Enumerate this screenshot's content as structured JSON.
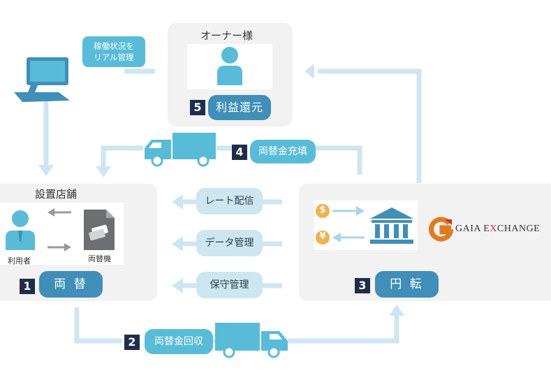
{
  "owner": {
    "title": "オーナー様",
    "step_num": "5",
    "step_label": "利益還元"
  },
  "monitor": {
    "line1": "稼働状況を",
    "line2": "リアル管理"
  },
  "store": {
    "title": "設置店舗",
    "user_label": "利用者",
    "machine_label": "両替機",
    "step_num": "1",
    "step_label": "両 替"
  },
  "exchange": {
    "brand_prefix": "GAIA E",
    "brand_x": "X",
    "brand_suffix": "CHANGE",
    "dollar_symbol": "$",
    "yen_symbol": "¥",
    "step_num": "3",
    "step_label": "円 転"
  },
  "middle": {
    "item1": "レート配信",
    "item2": "データ管理",
    "item3": "保守管理"
  },
  "refill": {
    "step_num": "4",
    "step_label": "両替金充填"
  },
  "collect": {
    "step_num": "2",
    "step_label": "両替金回収"
  },
  "colors": {
    "arrow": "#cfe6f0",
    "pill_dark": "#3f8fb8",
    "pill_light": "#58bcd9",
    "badge": "#1f2d4a",
    "truck": "#58bcd9",
    "brand_orange": "#e07b1f",
    "brand_x": "#d62b2b"
  }
}
